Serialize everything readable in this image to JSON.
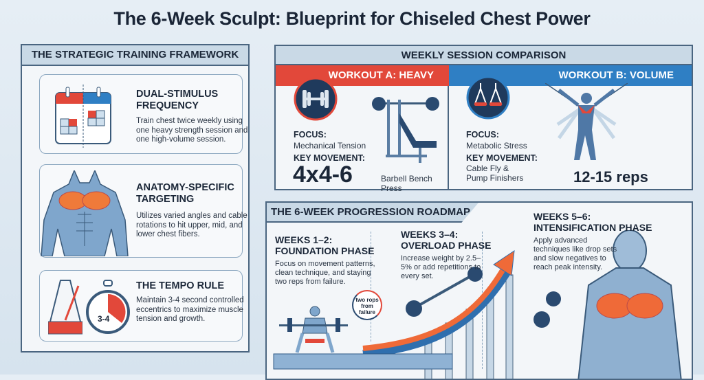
{
  "title": "The 6-Week Sculpt: Blueprint for Chiseled Chest Power",
  "framework": {
    "header": "THE STRATEGIC TRAINING FRAMEWORK",
    "cards": [
      {
        "title": "DUAL-STIMULUS FREQUENCY",
        "text": "Train chest twice weekly using one heavy strength session and one high-volume session.",
        "icon": "calendar-icon"
      },
      {
        "title": "ANATOMY-SPECIFIC TARGETING",
        "text": "Utilizes varied angles and cable rotations to hit upper, mid, and lower chest fibers.",
        "icon": "torso-anatomy-icon"
      },
      {
        "title": "THE TEMPO RULE",
        "text": "Maintain 3-4 second controlled eccentrics to maximize muscle tension and growth.",
        "icon": "metronome-stopwatch-icon",
        "stopwatch_label": "3-4"
      }
    ]
  },
  "comparison": {
    "header": "WEEKLY SESSION COMPARISON",
    "a": {
      "title": "WORKOUT A: HEAVY",
      "focus_label": "FOCUS:",
      "focus": "Mechanical Tension",
      "key_label": "KEY MOVEMENT:",
      "scheme": "4x4-6",
      "movement": "Barbell Bench Press",
      "color": "#e2483a"
    },
    "b": {
      "title": "WORKOUT B: VOLUME",
      "focus_label": "FOCUS:",
      "focus": "Metabolic Stress",
      "key_label": "KEY MOVEMENT:",
      "movement": "Cable Fly & Pump Finishers",
      "scheme": "12-15 reps",
      "color": "#2f7fc4"
    }
  },
  "roadmap": {
    "header": "THE 6-WEEK PROGRESSION ROADMAP",
    "phases": [
      {
        "weeks": "WEEKS 1–2:",
        "name": "FOUNDATION PHASE",
        "text": "Focus on movement patterns, clean technique, and staying two reps from failure."
      },
      {
        "weeks": "WEEKS 3–4:",
        "name": "OVERLOAD PHASE",
        "text": "Increase weight by 2.5–5% or add repetitions to every set."
      },
      {
        "weeks": "WEEKS 5–6:",
        "name": "INTENSIFICATION PHASE",
        "text": "Apply advanced techniques like drop sets and slow negatives to reach peak intensity."
      }
    ],
    "badge": "two rops from failure"
  }
}
